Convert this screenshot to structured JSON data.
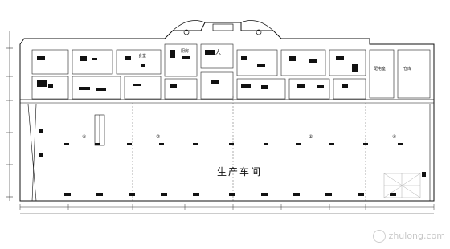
{
  "plan": {
    "main_hall_label": "生产车间",
    "zone_labels": [
      "⑧",
      "⑦",
      "⑤",
      "④"
    ],
    "small_room_labels": [
      "食堂",
      "厨房",
      "大",
      "配电室",
      "仓库"
    ],
    "watermark": "zhulong.com"
  }
}
